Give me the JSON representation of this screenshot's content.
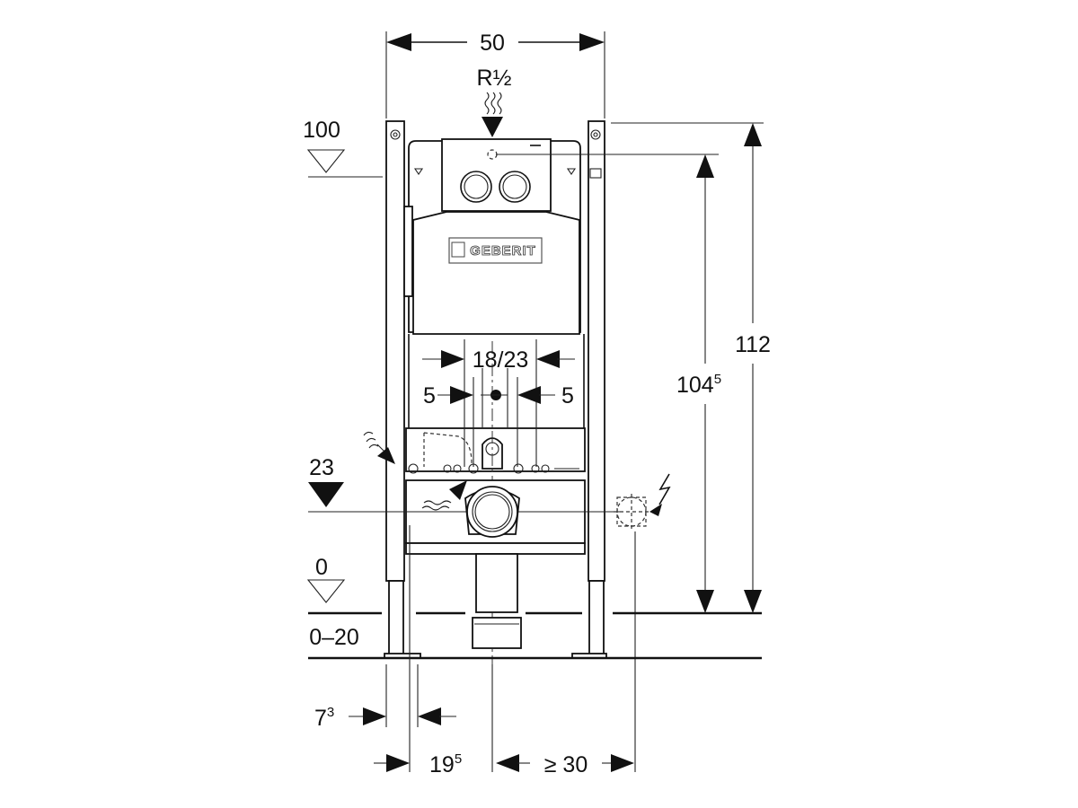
{
  "drawing": {
    "brand_logo": "GEBERIT",
    "dimensions": {
      "frame_width": "50",
      "water_inlet": "R½",
      "level_actuator": "100",
      "total_height": "112",
      "height_to_inlet_main": "104",
      "height_to_inlet_sup": "5",
      "flush_spacing": "18/23",
      "left_offset": "5",
      "right_offset": "5",
      "level_drain": "23",
      "level_floor": "0",
      "floor_range": "0–20",
      "leg_offset_main": "7",
      "leg_offset_sup": "3",
      "center_offset_main": "19",
      "center_offset_sup": "5",
      "min_electric_distance": "≥ 30"
    }
  }
}
